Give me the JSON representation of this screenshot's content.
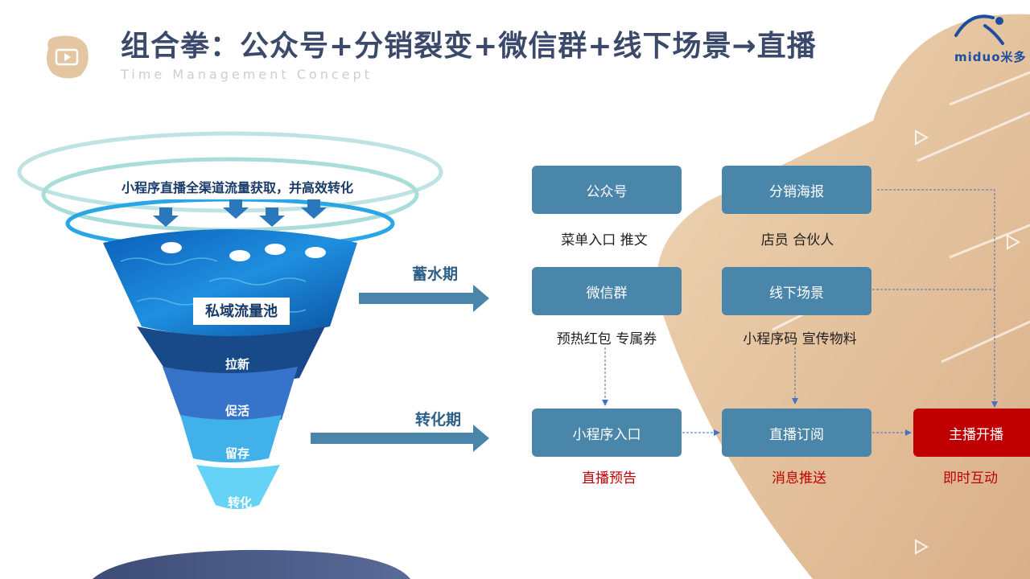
{
  "header": {
    "title": "组合拳：公众号+分销裂变+微信群+线下场景→直播",
    "subtitle": "Time Management Concept",
    "logo_text": "miduo米多"
  },
  "funnel": {
    "banner": "小程序直播全渠道流量获取，并高效转化",
    "pool_label": "私域流量池",
    "layers": [
      "拉新",
      "促活",
      "留存",
      "转化"
    ]
  },
  "phases": {
    "storage": "蓄水期",
    "conversion": "转化期"
  },
  "nodes": {
    "gzh": {
      "label": "公众号",
      "caption": "菜单入口  推文"
    },
    "fxhb": {
      "label": "分销海报",
      "caption": "店员  合伙人"
    },
    "wxq": {
      "label": "微信群",
      "caption": "预热红包  专属券"
    },
    "xxcj": {
      "label": "线下场景",
      "caption": "小程序码   宣传物料"
    },
    "xcxrk": {
      "label": "小程序入口",
      "caption": "直播预告"
    },
    "zbdy": {
      "label": "直播订阅",
      "caption": "消息推送"
    },
    "zbkb": {
      "label": "主播开播",
      "caption": "即时互动"
    }
  },
  "colors": {
    "title": "#3b4a6b",
    "box": "#4a86aa",
    "box_highlight": "#c00000",
    "caption_highlight": "#c00000",
    "phase": "#2c5f86",
    "decor_tan": "#e6c7a0"
  },
  "icons": [
    "video-icon",
    "logo-icon"
  ]
}
